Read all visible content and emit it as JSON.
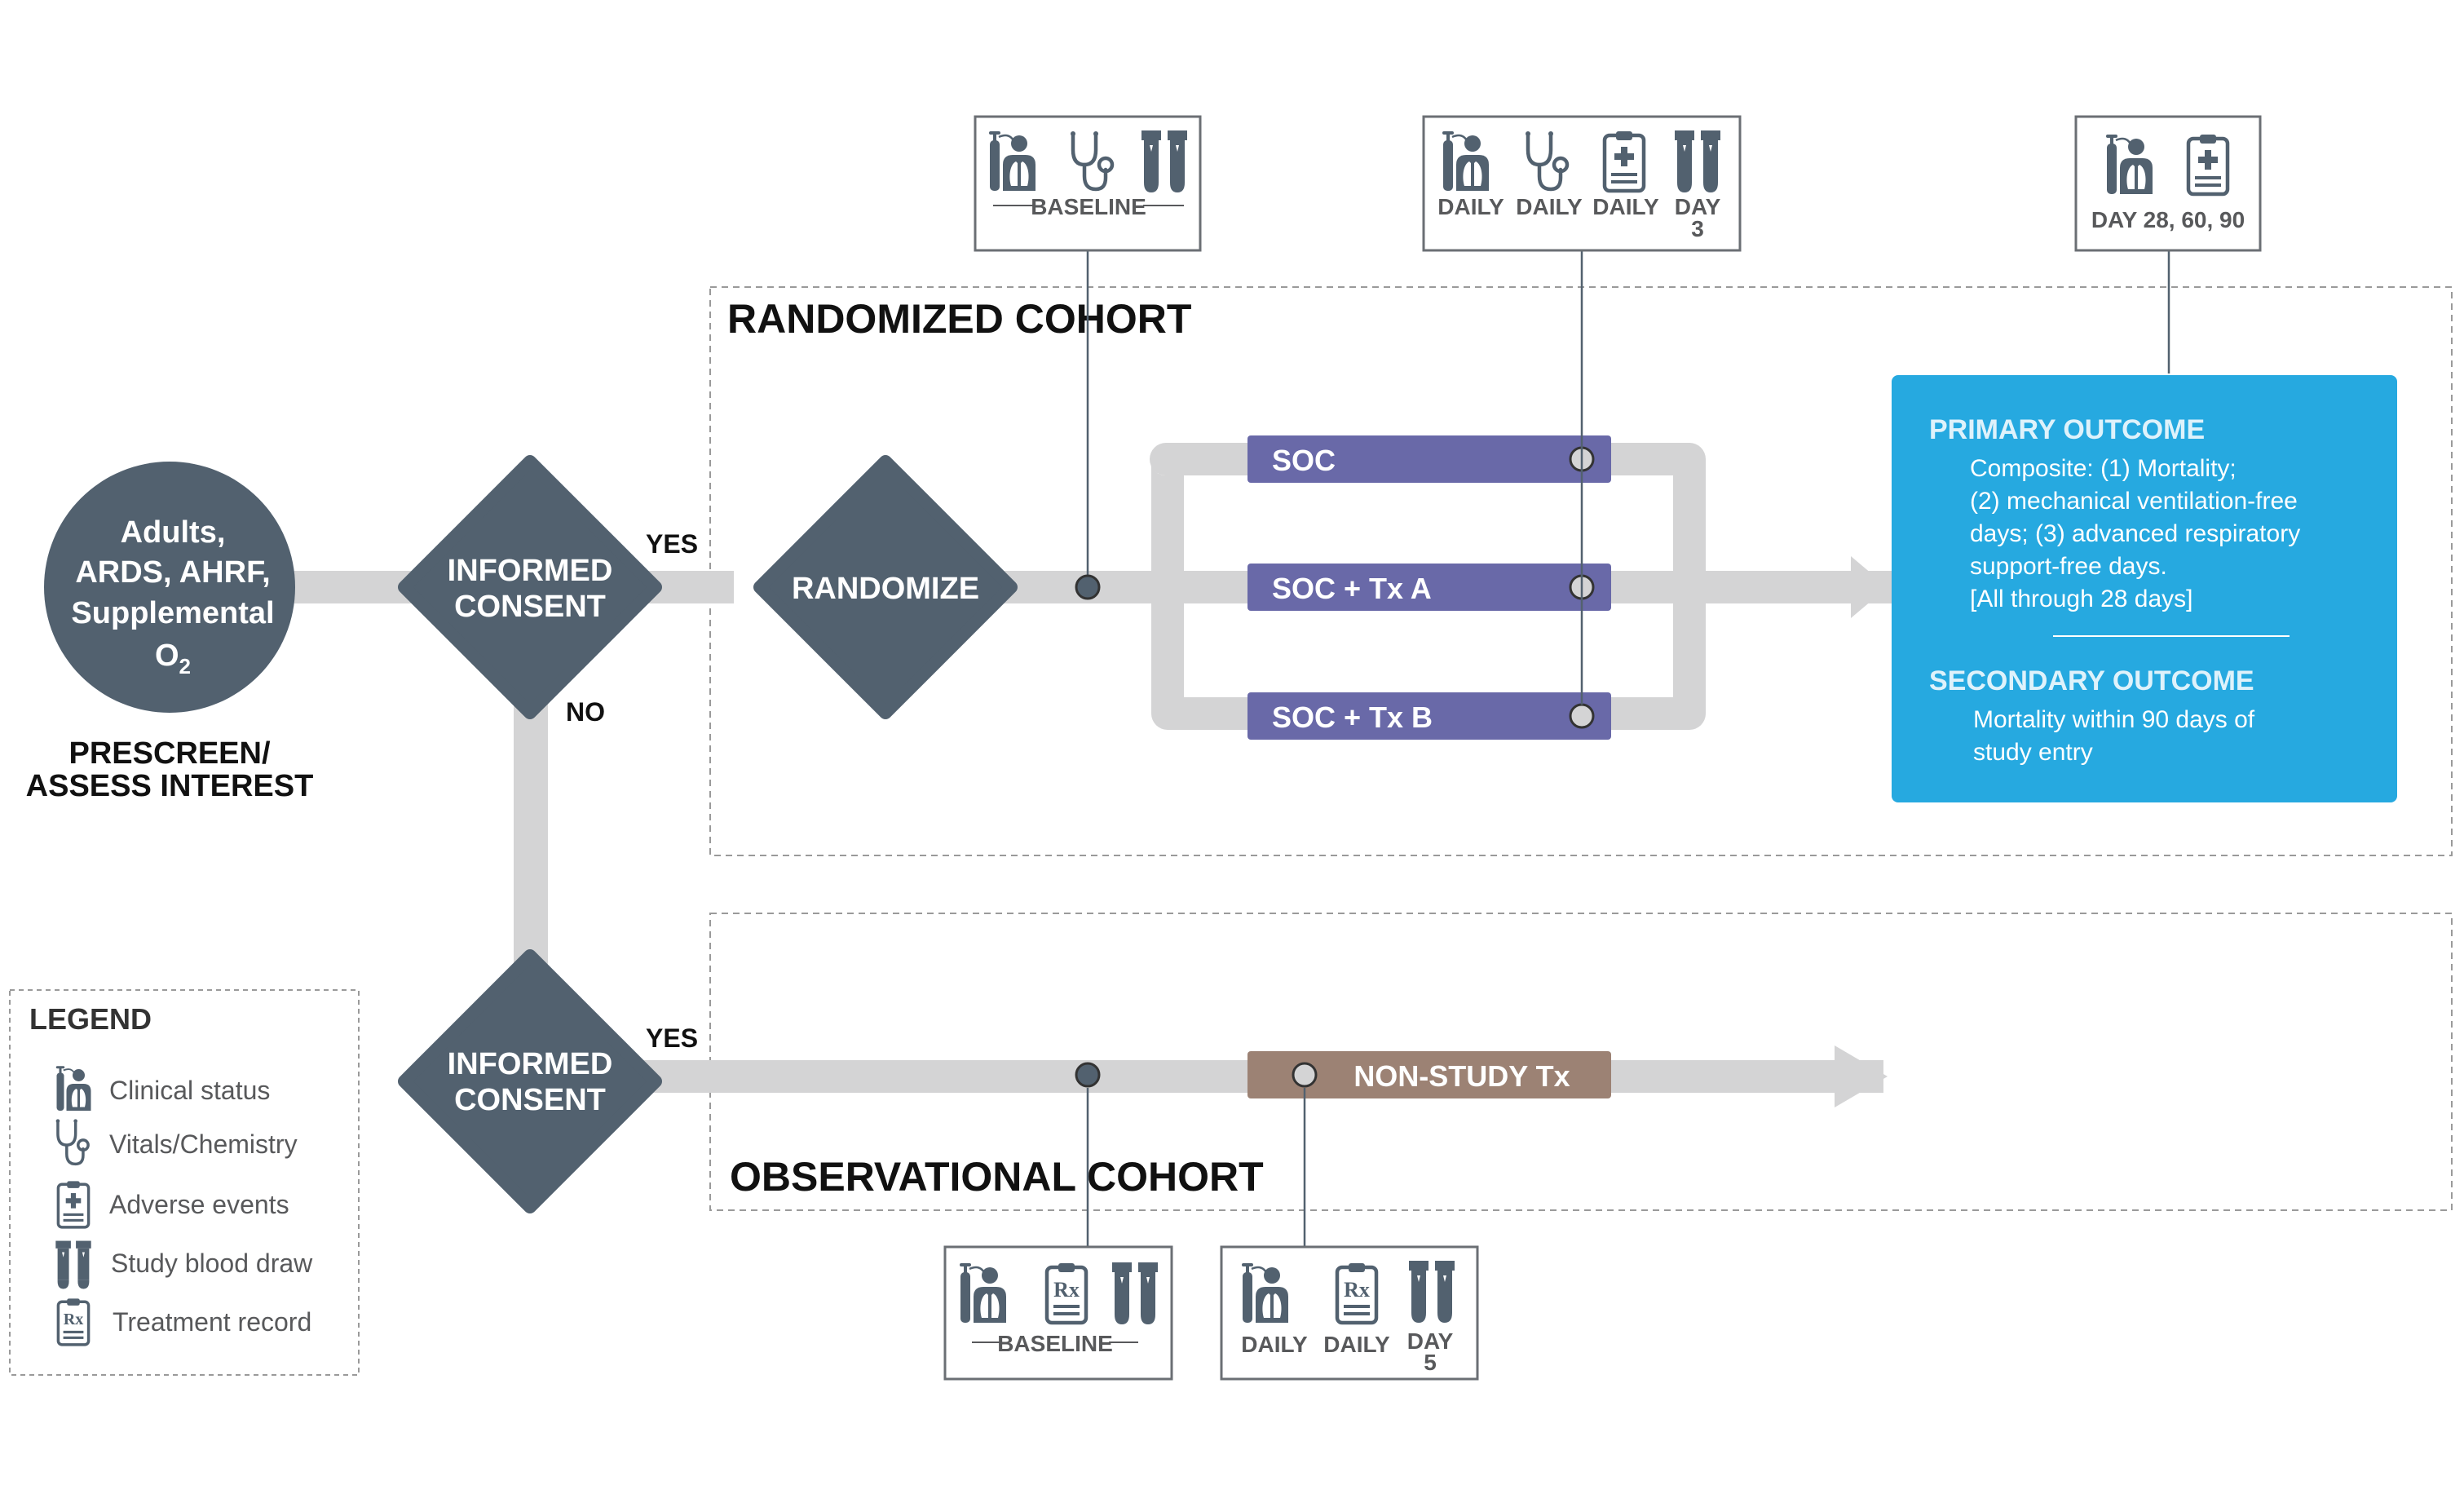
{
  "colors": {
    "dark_slate": "#52616f",
    "flow_gray": "#d4d4d5",
    "arm_purple": "#6969a8",
    "nonstudy_brown": "#9c8274",
    "outcome_blue": "#26a9e0",
    "box_border": "#6b6f74",
    "dashed": "#9a9a9a",
    "text_dark": "#111111",
    "text_gray": "#58595b"
  },
  "start_node": {
    "lines": [
      "Adults,",
      "ARDS, AHRF,",
      "Supplemental",
      "O"
    ],
    "subscript": "2",
    "caption_lines": [
      "PRESCREEN/",
      "ASSESS INTEREST"
    ]
  },
  "consent_top": {
    "lines": [
      "INFORMED",
      "CONSENT"
    ],
    "yes_label": "YES",
    "no_label": "NO"
  },
  "consent_bottom": {
    "lines": [
      "INFORMED",
      "CONSENT"
    ],
    "yes_label": "YES"
  },
  "randomize": {
    "label": "RANDOMIZE"
  },
  "randomized_cohort": {
    "title": "RANDOMIZED COHORT"
  },
  "observational_cohort": {
    "title": "OBSERVATIONAL COHORT"
  },
  "arms": [
    {
      "label": "SOC"
    },
    {
      "label": "SOC + Tx A"
    },
    {
      "label": "SOC + Tx B"
    }
  ],
  "non_study": {
    "label": "NON-STUDY Tx"
  },
  "assessments": {
    "top_baseline": {
      "icons": [
        "clinical-status",
        "vitals-chemistry",
        "study-blood-draw"
      ],
      "label": "BASELINE"
    },
    "top_daily": {
      "items": [
        {
          "icon": "clinical-status",
          "label": "DAILY"
        },
        {
          "icon": "vitals-chemistry",
          "label": "DAILY"
        },
        {
          "icon": "adverse-events",
          "label": "DAILY"
        },
        {
          "icon": "study-blood-draw",
          "label": "DAY",
          "label2": "3"
        }
      ]
    },
    "top_followup": {
      "icons": [
        "clinical-status",
        "adverse-events"
      ],
      "label": "DAY 28, 60, 90"
    },
    "bottom_baseline": {
      "icons": [
        "clinical-status",
        "treatment-record",
        "study-blood-draw"
      ],
      "label": "BASELINE"
    },
    "bottom_daily": {
      "items": [
        {
          "icon": "clinical-status",
          "label": "DAILY"
        },
        {
          "icon": "treatment-record",
          "label": "DAILY"
        },
        {
          "icon": "study-blood-draw",
          "label": "DAY",
          "label2": "5"
        }
      ]
    }
  },
  "outcomes": {
    "primary_title": "PRIMARY OUTCOME",
    "primary_lines": [
      "Composite: (1) Mortality;",
      "(2) mechanical ventilation-free",
      "days; (3) advanced respiratory",
      "support-free days.",
      "[All through 28 days]"
    ],
    "secondary_title": "SECONDARY OUTCOME",
    "secondary_lines": [
      "Mortality within 90 days of",
      "study entry"
    ]
  },
  "legend": {
    "title": "LEGEND",
    "items": [
      {
        "icon": "clinical-status",
        "label": "Clinical status"
      },
      {
        "icon": "vitals-chemistry",
        "label": "Vitals/Chemistry"
      },
      {
        "icon": "adverse-events",
        "label": "Adverse events"
      },
      {
        "icon": "study-blood-draw",
        "label": "Study blood draw"
      },
      {
        "icon": "treatment-record",
        "label": "Treatment record"
      }
    ]
  }
}
